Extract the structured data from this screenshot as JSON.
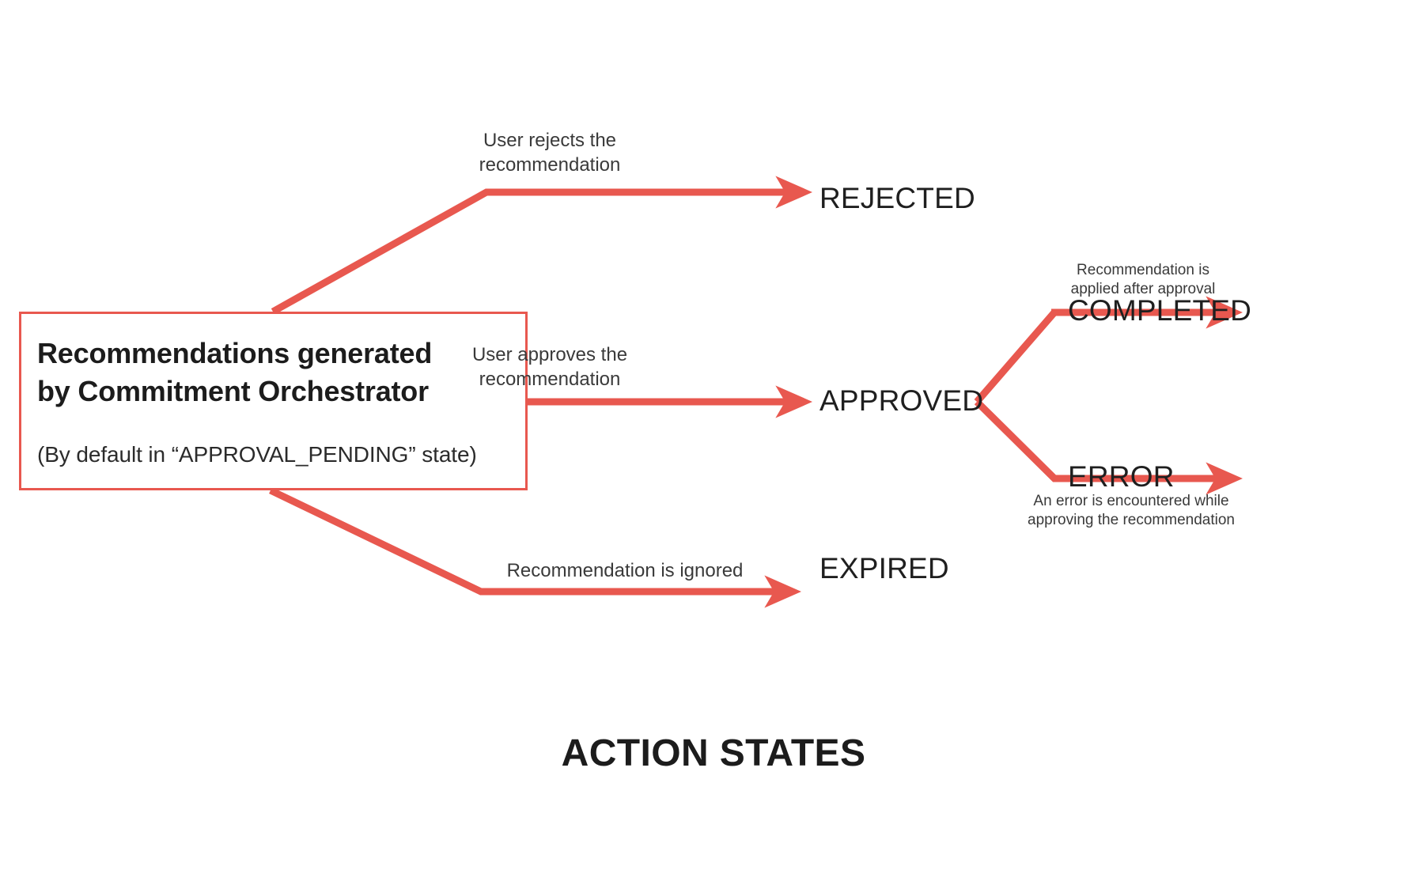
{
  "diagram": {
    "caption": "ACTION STATES",
    "accent_color": "#E8584F",
    "text_color": "#1f1f1f",
    "background": "#ffffff",
    "source": {
      "title": "Recommendations generated\nby Commitment Orchestrator",
      "subtitle": "(By default in “APPROVAL_PENDING” state)"
    },
    "states": {
      "rejected": "REJECTED",
      "approved": "APPROVED",
      "expired": "EXPIRED",
      "completed": "COMPLETED",
      "error": "ERROR"
    },
    "transitions": [
      {
        "id": "to-rejected",
        "from": "Recommendations generated by Commitment Orchestrator",
        "to": "REJECTED",
        "label": "User rejects the\nrecommendation"
      },
      {
        "id": "to-approved",
        "from": "Recommendations generated by Commitment Orchestrator",
        "to": "APPROVED",
        "label": "User approves the\nrecommendation"
      },
      {
        "id": "to-expired",
        "from": "Recommendations generated by Commitment Orchestrator",
        "to": "EXPIRED",
        "label": "Recommendation is ignored"
      },
      {
        "id": "to-completed",
        "from": "APPROVED",
        "to": "COMPLETED",
        "label": "Recommendation is\napplied after approval"
      },
      {
        "id": "to-error",
        "from": "APPROVED",
        "to": "ERROR",
        "label": "An error is encountered while\napproving the recommendation"
      }
    ]
  }
}
